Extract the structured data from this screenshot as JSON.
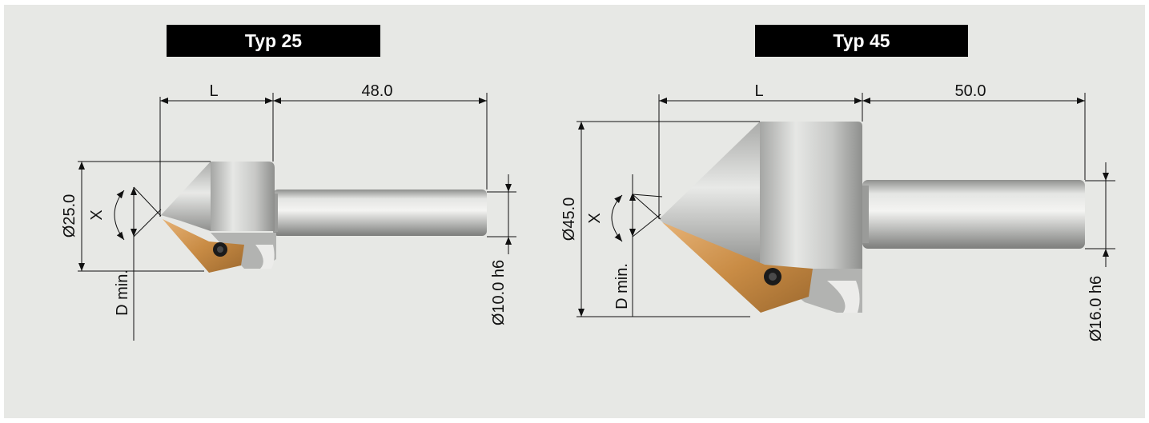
{
  "tools": [
    {
      "name": "Typ 25",
      "length_label": "L",
      "shank_length": "48.0",
      "body_diameter": "Ø25.0",
      "shank_diameter": "Ø10.0 h6",
      "angle_label": "X",
      "min_diameter_label": "D min."
    },
    {
      "name": "Typ 45",
      "length_label": "L",
      "shank_length": "50.0",
      "body_diameter": "Ø45.0",
      "shank_diameter": "Ø16.0 h6",
      "angle_label": "X",
      "min_diameter_label": "D min."
    }
  ],
  "colors": {
    "background": "#e7e8e5",
    "badge": "#000000",
    "steel": "#b7b8b6",
    "insert": "#c9904f"
  }
}
